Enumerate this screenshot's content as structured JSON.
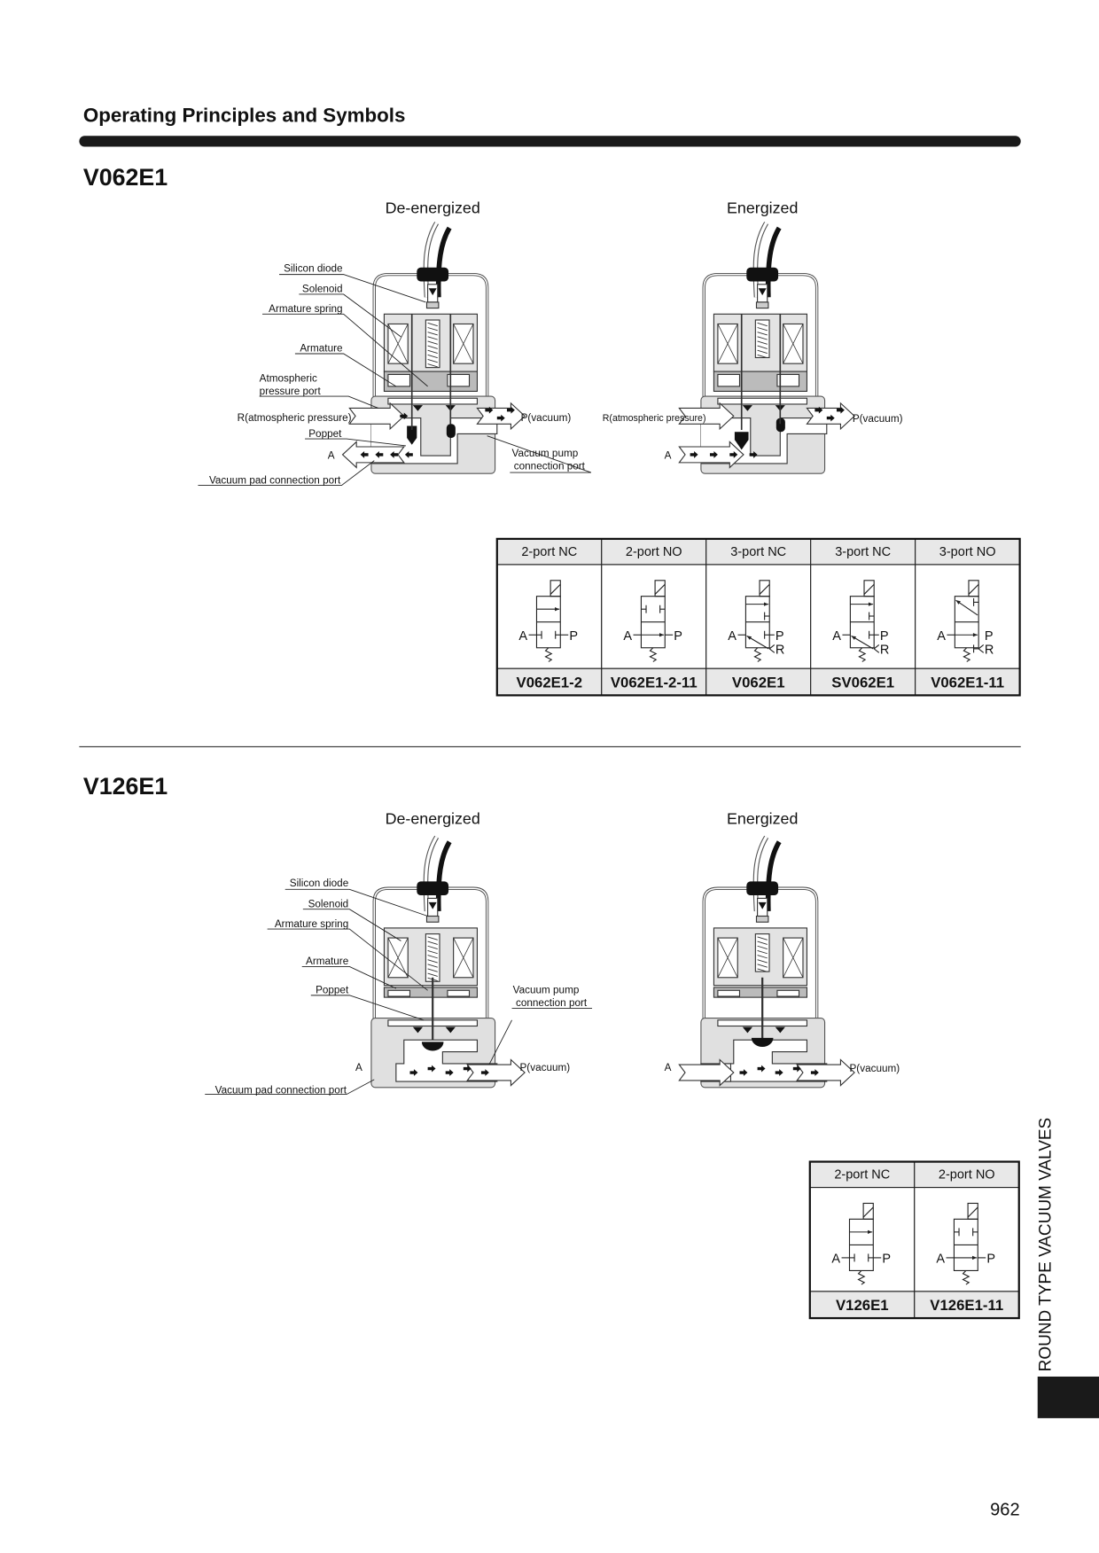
{
  "page_title": "Operating Principles and Symbols",
  "sections": [
    {
      "model": "V062E1",
      "state_left": "De-energized",
      "state_right": "Energized",
      "labels": {
        "silicon_diode": "Silicon diode",
        "solenoid": "Solenoid",
        "armature_spring": "Armature spring",
        "armature": "Armature",
        "atm_port_1": "Atmospheric",
        "atm_port_2": "pressure port",
        "r_port": "R(atmospheric pressure)",
        "poppet": "Poppet",
        "a_port": "A",
        "pad_port": "Vacuum pad connection port",
        "p_port": "P(vacuum)",
        "pump_port_1": "Vacuum pump",
        "pump_port_2": "connection port",
        "r_port_right": "R(atmospheric pressure)",
        "a_port_right": "A",
        "p_port_right": "P(vacuum)"
      },
      "table": [
        {
          "type": "2-port NC",
          "symbol": "2nc",
          "model": "V062E1-2"
        },
        {
          "type": "2-port NO",
          "symbol": "2no",
          "model": "V062E1-2-11"
        },
        {
          "type": "3-port NC",
          "symbol": "3nc",
          "model": "V062E1"
        },
        {
          "type": "3-port NC",
          "symbol": "3nc",
          "model": "SV062E1"
        },
        {
          "type": "3-port NO",
          "symbol": "3no",
          "model": "V062E1-11"
        }
      ]
    },
    {
      "model": "V126E1",
      "state_left": "De-energized",
      "state_right": "Energized",
      "labels": {
        "silicon_diode": "Silicon diode",
        "solenoid": "Solenoid",
        "armature_spring": "Armature spring",
        "armature": "Armature",
        "poppet": "Poppet",
        "pump_port_1": "Vacuum pump",
        "pump_port_2": "connection port",
        "a_port": "A",
        "p_port": "P(vacuum)",
        "pad_port": "Vacuum pad connection port",
        "a_port_right": "A",
        "p_port_right": "P(vacuum)"
      },
      "table": [
        {
          "type": "2-port NC",
          "symbol": "2nc",
          "model": "V126E1"
        },
        {
          "type": "2-port NO",
          "symbol": "2no",
          "model": "V126E1-11"
        }
      ]
    }
  ],
  "symbol_ports": {
    "a": "A",
    "p": "P",
    "r": "R"
  },
  "side_tab": "ROUND TYPE VACUUM VALVES",
  "page_number": "962"
}
